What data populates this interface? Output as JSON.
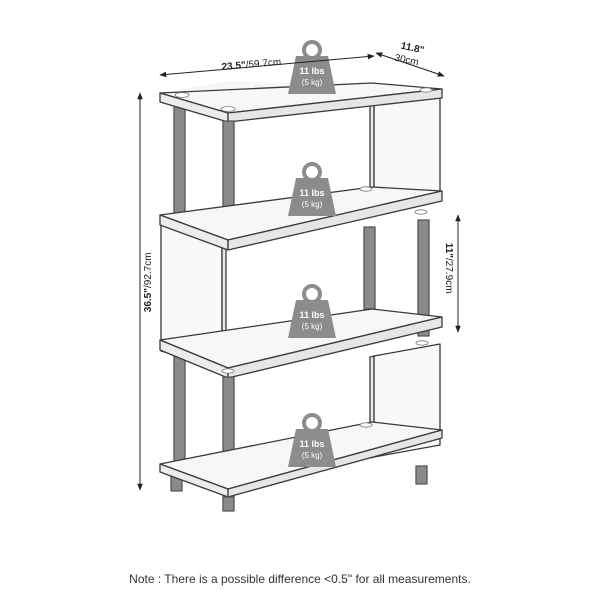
{
  "dimensions": {
    "width_in": "23.5\"",
    "width_cm": "/59.7cm",
    "depth_in": "11.8\"",
    "depth_cm": "30cm",
    "height_in": "36.5\"",
    "height_cm": "/92.7cm",
    "shelf_gap_in": "11\"",
    "shelf_gap_cm": "/27.9cm"
  },
  "weight_capacity": [
    {
      "shelf": "top",
      "lbs": "11 lbs",
      "kg": "(5 kg)"
    },
    {
      "shelf": "second",
      "lbs": "11 lbs",
      "kg": "(5 kg)"
    },
    {
      "shelf": "third",
      "lbs": "11 lbs",
      "kg": "(5 kg)"
    },
    {
      "shelf": "bottom",
      "lbs": "11 lbs",
      "kg": "(5 kg)"
    }
  ],
  "note": "Note : There is a possible difference <0.5\" for all measurements.",
  "colors": {
    "panel_fill": "#f6f6f6",
    "panel_stroke": "#3a3a3a",
    "pole": "#8a8a8a",
    "weight_icon": "#8c8c8c",
    "dimension_line": "#222222"
  }
}
